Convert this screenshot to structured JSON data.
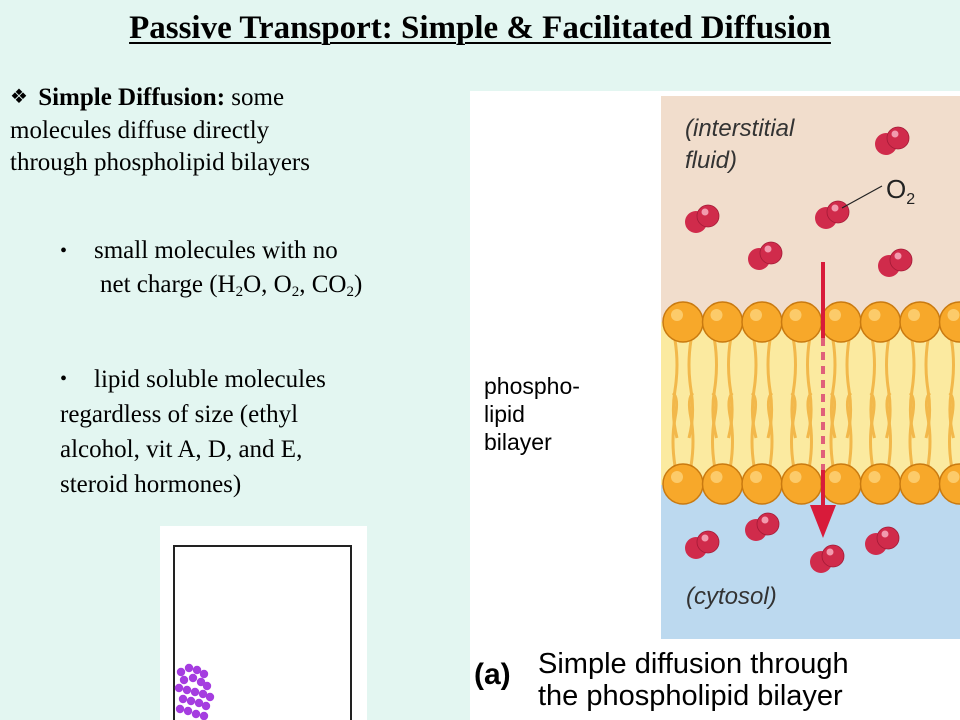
{
  "slide": {
    "title": "Passive Transport:  Simple & Facilitated Diffusion",
    "intro": {
      "bullet_icon": "diamond-bullet-icon",
      "lead": "Simple Diffusion: ",
      "line1_rest": "some",
      "line2": "molecules diffuse directly",
      "line3": "through phospholipid bilayers"
    },
    "bullet1": {
      "line1": "small molecules with no",
      "line2_prefix": "net charge (H",
      "sub_2a": "2",
      "o_comma": "O, O",
      "sub_2b": "2",
      "co": ", CO",
      "sub_2c": "2",
      "close": ")"
    },
    "bullet2": {
      "line1": "lipid soluble molecules",
      "line2": "regardless of size (ethyl",
      "line3": "alcohol, vit A, D, and E,",
      "line4": "steroid hormones)"
    },
    "bullet_char": "•"
  },
  "figure": {
    "interstitial_line1": "(interstitial",
    "interstitial_line2": "fluid)",
    "o2_label": "O",
    "o2_sub": "2",
    "cytosol": "(cytosol)",
    "bilayer_line1": "phospho-",
    "bilayer_line2": "lipid",
    "bilayer_line3": "bilayer",
    "caption_tag": "(a)",
    "caption_line1": "Simple diffusion through",
    "caption_line2": "the phospholipid bilayer",
    "colors": {
      "extracellular": "#f1ddcc",
      "membrane": "#fbeaa0",
      "head": "#f7a82a",
      "tail": "#f2b84b",
      "cytosol": "#bcd9ef",
      "molecule": "#d02b4b",
      "arrow": "#d81b3a",
      "particles": "#a53de0"
    }
  }
}
